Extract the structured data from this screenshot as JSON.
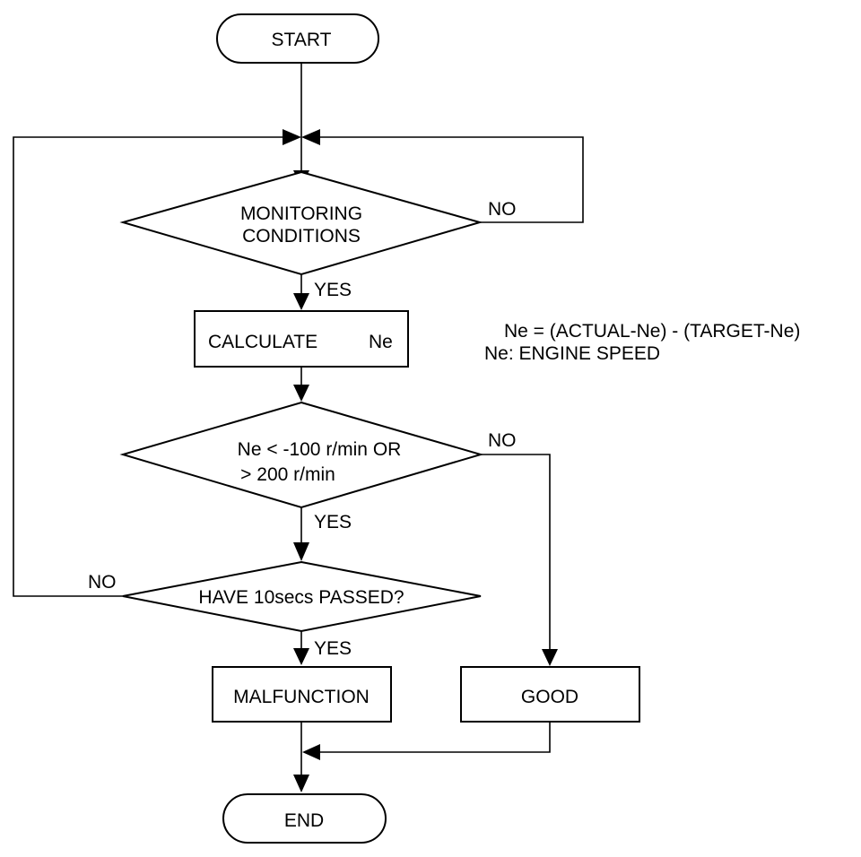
{
  "flowchart": {
    "start_label": "START",
    "end_label": "END",
    "decision_monitoring": {
      "line1": "MONITORING",
      "line2": "CONDITIONS"
    },
    "process_calculate": {
      "label": "CALCULATE",
      "variable": "Ne"
    },
    "decision_threshold": {
      "line1": "Ne < -100 r/min OR",
      "line2": "> 200 r/min"
    },
    "decision_time": {
      "label": "HAVE 10secs PASSED?"
    },
    "process_malfunction": "MALFUNCTION",
    "process_good": "GOOD",
    "branch_labels": {
      "monitoring_yes": "YES",
      "monitoring_no": "NO",
      "threshold_yes": "YES",
      "threshold_no": "NO",
      "time_yes": "YES",
      "time_no": "NO"
    },
    "notes": {
      "formula": "Ne = (ACTUAL-Ne) - (TARGET-Ne)",
      "definition": "Ne: ENGINE SPEED"
    }
  }
}
